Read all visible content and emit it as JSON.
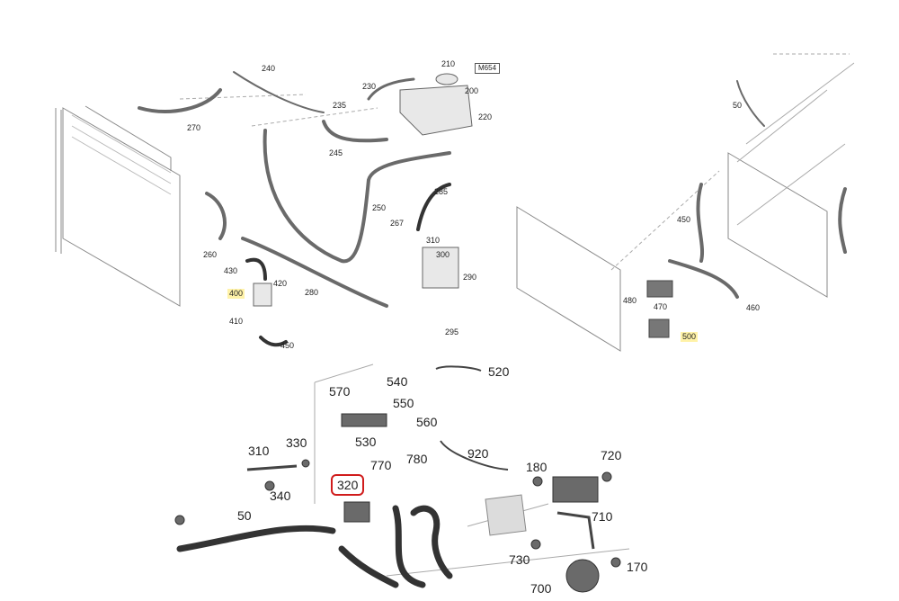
{
  "diagram": {
    "engine_tag": "M654",
    "top_left_labels": [
      "240",
      "210",
      "230",
      "200",
      "235",
      "220",
      "270",
      "245",
      "285",
      "250",
      "267",
      "310",
      "300",
      "290",
      "260",
      "430",
      "420",
      "400",
      "280",
      "410",
      "450",
      "295"
    ],
    "top_right_labels": [
      "50",
      "450",
      "480",
      "470",
      "460",
      "500"
    ],
    "bottom_labels": [
      "520",
      "570",
      "540",
      "550",
      "560",
      "530",
      "920",
      "310",
      "330",
      "770",
      "780",
      "180",
      "720",
      "340",
      "320",
      "710",
      "50",
      "730",
      "170",
      "700"
    ],
    "highlighted": [
      "400",
      "500"
    ],
    "circled": "320",
    "colors": {
      "highlight": "#fff2a8",
      "circle": "#d01c1c",
      "part": "#4a4a4a",
      "line": "#8a8a8a"
    }
  }
}
